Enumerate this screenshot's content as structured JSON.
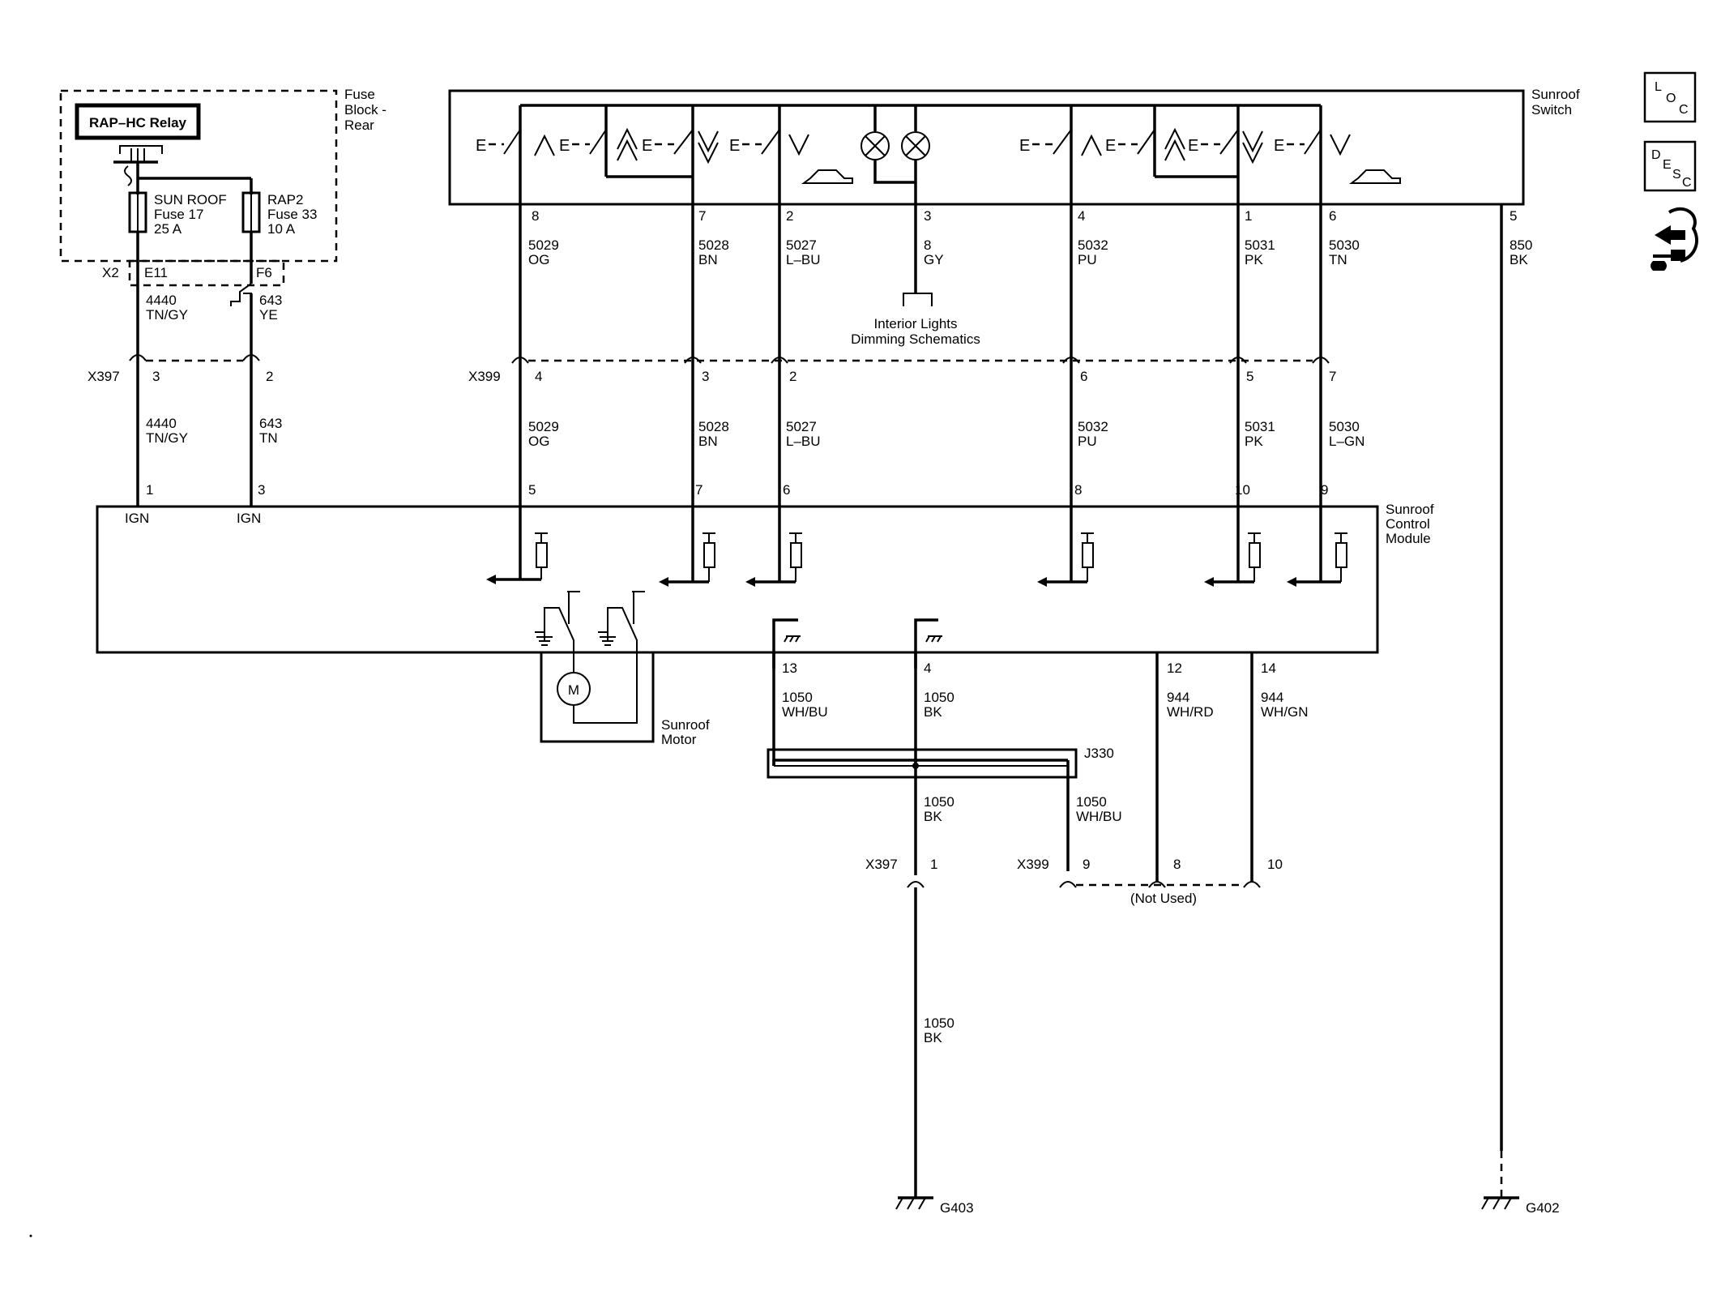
{
  "fuse_block": {
    "title_lines": [
      "Fuse",
      "Block -",
      "Rear"
    ],
    "relay": "RAP–HC Relay",
    "fuse1": [
      "SUN ROOF",
      "Fuse 17",
      "25 A"
    ],
    "fuse2": [
      "RAP2",
      "Fuse 33",
      "10 A"
    ],
    "connector": "X2",
    "pin1": "E11",
    "pin2": "F6"
  },
  "switch": {
    "title_lines": [
      "Sunroof",
      "Switch"
    ],
    "circuits": [
      {
        "pin": "8",
        "circuit": "5029",
        "color": "OG"
      },
      {
        "pin": "7",
        "circuit": "5028",
        "color": "BN"
      },
      {
        "pin": "2",
        "circuit": "5027",
        "color": "L–BU"
      },
      {
        "pin": "3",
        "circuit": "8",
        "color": "GY"
      },
      {
        "pin": "4",
        "circuit": "5032",
        "color": "PU"
      },
      {
        "pin": "1",
        "circuit": "5031",
        "color": "PK"
      },
      {
        "pin": "6",
        "circuit": "5030",
        "color": "TN"
      },
      {
        "pin": "5",
        "circuit": "850",
        "color": "BK"
      }
    ]
  },
  "interior_lights": [
    "Interior Lights",
    "Dimming Schematics"
  ],
  "fuse_wires": [
    {
      "circuit": "4440",
      "color": "TN/GY"
    },
    {
      "circuit": "643",
      "color": "YE"
    }
  ],
  "x397_top": {
    "name": "X397",
    "pins": [
      "3",
      "2"
    ],
    "wires": [
      {
        "circuit": "4440",
        "color": "TN/GY"
      },
      {
        "circuit": "643",
        "color": "TN"
      }
    ]
  },
  "x399_top": {
    "name": "X399",
    "pins": [
      "4",
      "3",
      "2",
      "6",
      "5",
      "7"
    ],
    "wires": [
      {
        "circuit": "5029",
        "color": "OG"
      },
      {
        "circuit": "5028",
        "color": "BN"
      },
      {
        "circuit": "5027",
        "color": "L–BU"
      },
      {
        "circuit": "5032",
        "color": "PU"
      },
      {
        "circuit": "5031",
        "color": "PK"
      },
      {
        "circuit": "5030",
        "color": "L–GN"
      }
    ]
  },
  "module": {
    "title_lines": [
      "Sunroof",
      "Control",
      "Module"
    ],
    "ign": "IGN",
    "top_pins": [
      "1",
      "3",
      "5",
      "7",
      "6",
      "8",
      "10",
      "9"
    ],
    "bottom_pins": [
      "13",
      "4",
      "12",
      "14"
    ]
  },
  "motor": {
    "symbol": "M",
    "title_lines": [
      "Sunroof",
      "Motor"
    ]
  },
  "bottom_wires": [
    {
      "circuit": "1050",
      "color": "WH/BU"
    },
    {
      "circuit": "1050",
      "color": "BK"
    },
    {
      "circuit": "944",
      "color": "WH/RD"
    },
    {
      "circuit": "944",
      "color": "WH/GN"
    }
  ],
  "splice": {
    "name": "J330",
    "out1": {
      "circuit": "1050",
      "color": "BK"
    },
    "out2": {
      "circuit": "1050",
      "color": "WH/BU"
    }
  },
  "x397_bottom": {
    "name": "X397",
    "pin": "1"
  },
  "x399_bottom": {
    "name": "X399",
    "pins": [
      "9",
      "8",
      "10"
    ],
    "note": "(Not Used)"
  },
  "ground_wire": {
    "circuit": "1050",
    "color": "BK"
  },
  "grounds": [
    "G403",
    "G402"
  ],
  "side_icons": {
    "loc": [
      "L",
      "O",
      "C"
    ],
    "desc": [
      "D",
      "E",
      "S",
      "C"
    ],
    "connector_icon": "connector-tool-icon"
  }
}
